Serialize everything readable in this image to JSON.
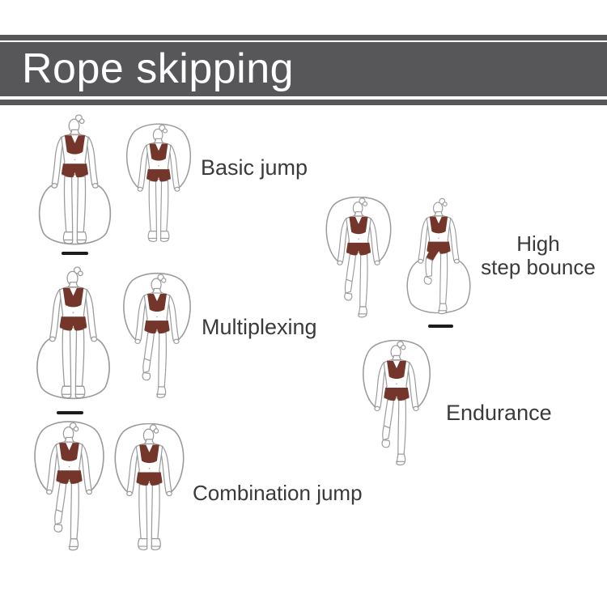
{
  "page": {
    "background": "#ffffff",
    "accent_gray": "#57575a",
    "outfit_color": "#74352a",
    "label_color": "#3a3a3a",
    "title_color": "#ffffff"
  },
  "header": {
    "title": "Rope skipping"
  },
  "groups": [
    {
      "id": "basic-jump",
      "label": "Basic jump",
      "figures": [
        {
          "icon": "skipper-rope-down-icon"
        },
        {
          "icon": "skipper-rope-overhead-icon"
        }
      ]
    },
    {
      "id": "multiplexing",
      "label": "Multiplexing",
      "figures": [
        {
          "icon": "skipper-rope-down-icon"
        },
        {
          "icon": "skipper-rope-overhead-step-icon"
        }
      ]
    },
    {
      "id": "combination-jump",
      "label": "Combination jump",
      "figures": [
        {
          "icon": "skipper-rope-overhead-step-icon"
        },
        {
          "icon": "skipper-rope-overhead-icon"
        }
      ]
    },
    {
      "id": "high-step-bounce",
      "label": "High step bounce",
      "line1": "High",
      "line2": "step bounce",
      "figures": [
        {
          "icon": "skipper-rope-overhead-step-icon"
        },
        {
          "icon": "skipper-high-knee-rope-down-icon"
        }
      ]
    },
    {
      "id": "endurance",
      "label": "Endurance",
      "figures": [
        {
          "icon": "skipper-rope-overhead-step-icon"
        }
      ]
    }
  ]
}
